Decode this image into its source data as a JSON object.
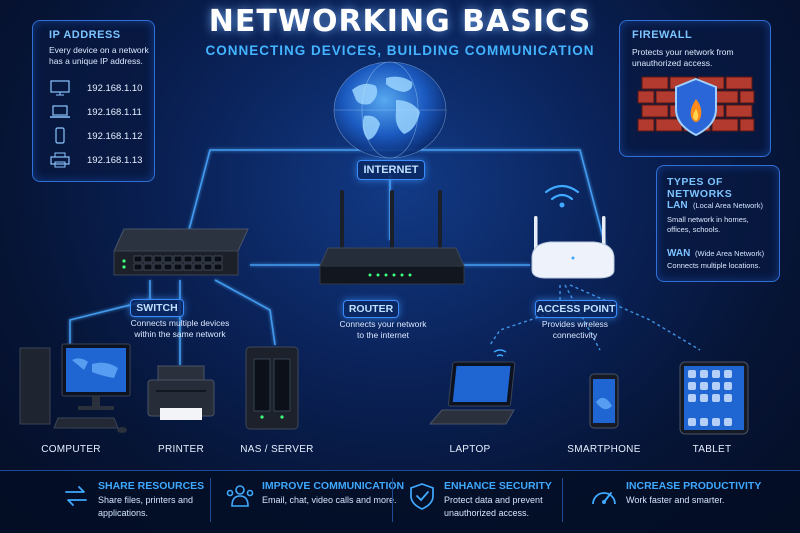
{
  "title": "NETWORKING BASICS",
  "subtitle": "CONNECTING DEVICES, BUILDING COMMUNICATION",
  "ip_panel": {
    "title": "IP ADDRESS",
    "desc": "Every device on a network has a unique IP address.",
    "rows": [
      {
        "icon": "monitor-icon",
        "ip": "192.168.1.10"
      },
      {
        "icon": "laptop-icon",
        "ip": "192.168.1.11"
      },
      {
        "icon": "phone-icon",
        "ip": "192.168.1.12"
      },
      {
        "icon": "printer-icon",
        "ip": "192.168.1.13"
      }
    ]
  },
  "firewall": {
    "title": "FIREWALL",
    "desc": "Protects your network from unauthorized access."
  },
  "types": {
    "title": "TYPES OF NETWORKS",
    "lan_title": "LAN",
    "lan_sub": "(Local Area Network)",
    "lan_desc": "Small network in homes, offices, schools.",
    "wan_title": "WAN",
    "wan_sub": "(Wide Area Network)",
    "wan_desc": "Connects multiple locations."
  },
  "internet": {
    "label": "INTERNET"
  },
  "switch": {
    "label": "SWITCH",
    "desc": "Connects multiple devices within the same network"
  },
  "router": {
    "label": "ROUTER",
    "desc": "Connects your network to the internet"
  },
  "access_point": {
    "label": "ACCESS POINT",
    "desc": "Provides wireless connectivity"
  },
  "devices": {
    "computer": "COMPUTER",
    "printer": "PRINTER",
    "nas": "NAS / SERVER",
    "laptop": "LAPTOP",
    "smartphone": "SMARTPHONE",
    "tablet": "TABLET"
  },
  "benefits": [
    {
      "icon": "share-arrows-icon",
      "title": "SHARE RESOURCES",
      "text": "Share files, printers and applications."
    },
    {
      "icon": "people-icon",
      "title": "IMPROVE COMMUNICATION",
      "text": "Email, chat, video calls and more."
    },
    {
      "icon": "shield-icon",
      "title": "ENHANCE SECURITY",
      "text": "Protect data and prevent unauthorized access."
    },
    {
      "icon": "speedometer-icon",
      "title": "INCREASE PRODUCTIVITY",
      "text": "Work faster and smarter."
    }
  ],
  "colors": {
    "accent": "#3fa9ff",
    "glow": "#4aa8ff",
    "brick": "#b23a2e"
  }
}
